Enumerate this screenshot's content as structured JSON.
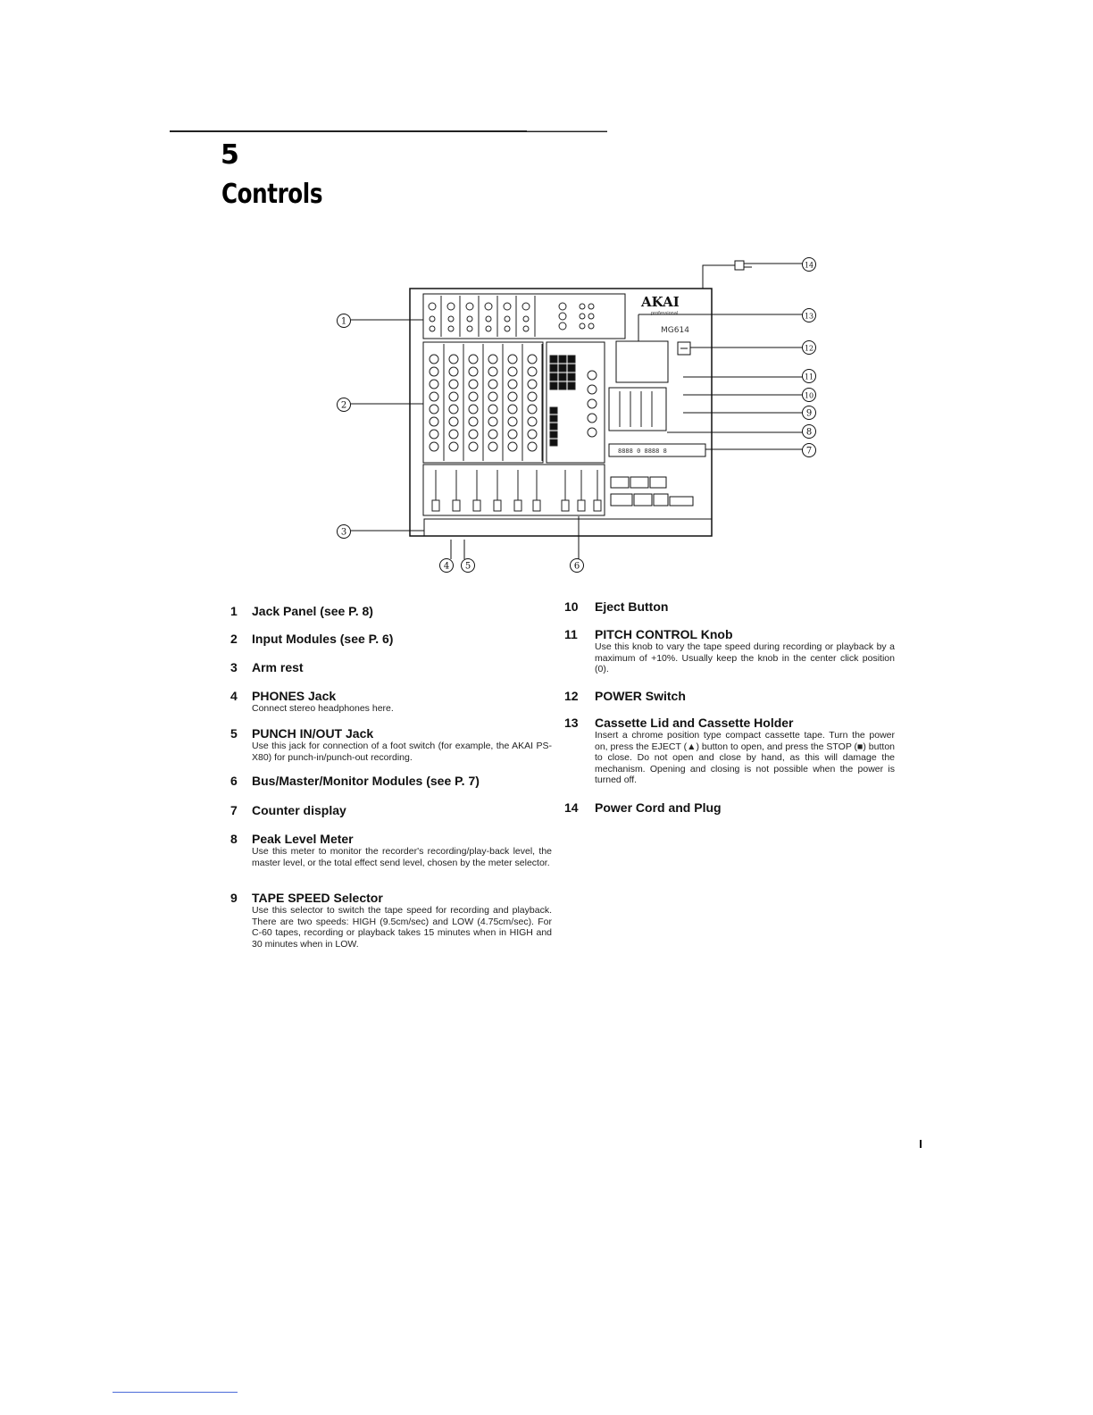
{
  "header": {
    "section_number": "5",
    "title": "Controls"
  },
  "diagram": {
    "brand": "AKAI",
    "brand_sub": "professional",
    "model": "MG614",
    "counter_text": "8888 0 8888 8",
    "callouts": [
      "1",
      "2",
      "3",
      "4",
      "5",
      "6",
      "7",
      "8",
      "9",
      "10",
      "11",
      "12",
      "13",
      "14"
    ]
  },
  "items": [
    {
      "num": "1",
      "label": "Jack Panel (see P. 8)",
      "desc": ""
    },
    {
      "num": "2",
      "label": "Input Modules (see P. 6)",
      "desc": ""
    },
    {
      "num": "3",
      "label": "Arm rest",
      "desc": ""
    },
    {
      "num": "4",
      "label": "PHONES Jack",
      "desc": "Connect stereo headphones here."
    },
    {
      "num": "5",
      "label": "PUNCH IN/OUT Jack",
      "desc": "Use this jack for connection of a foot switch (for example, the AKAI PS-X80) for punch-in/punch-out recording."
    },
    {
      "num": "6",
      "label": "Bus/Master/Monitor Modules (see P. 7)",
      "desc": ""
    },
    {
      "num": "7",
      "label": "Counter display",
      "desc": ""
    },
    {
      "num": "8",
      "label": "Peak Level Meter",
      "desc": "Use this meter to monitor the recorder's recording/play-back level, the master level, or the total effect send level, chosen by the meter selector."
    },
    {
      "num": "9",
      "label": "TAPE SPEED Selector",
      "desc": "Use this selector to switch the tape speed for recording and playback. There are two speeds: HIGH (9.5cm/sec) and LOW (4.75cm/sec). For C-60 tapes, recording or playback takes 15 minutes when in HIGH and 30 minutes when in LOW."
    },
    {
      "num": "10",
      "label": "Eject Button",
      "desc": ""
    },
    {
      "num": "11",
      "label": "PITCH CONTROL Knob",
      "desc": "Use this knob to vary the tape speed during recording or playback by a maximum of +10%. Usually keep the knob in the center click position (0)."
    },
    {
      "num": "12",
      "label": "POWER Switch",
      "desc": ""
    },
    {
      "num": "13",
      "label": "Cassette Lid and Cassette Holder",
      "desc": "Insert a chrome position type compact cassette tape. Turn the power on, press the EJECT (▲) button to open, and press the STOP (■) button to close. Do not open and close by hand, as this will damage the mechanism. Opening and closing is not possible when the power is turned off."
    },
    {
      "num": "14",
      "label": "Power Cord and Plug",
      "desc": ""
    }
  ]
}
